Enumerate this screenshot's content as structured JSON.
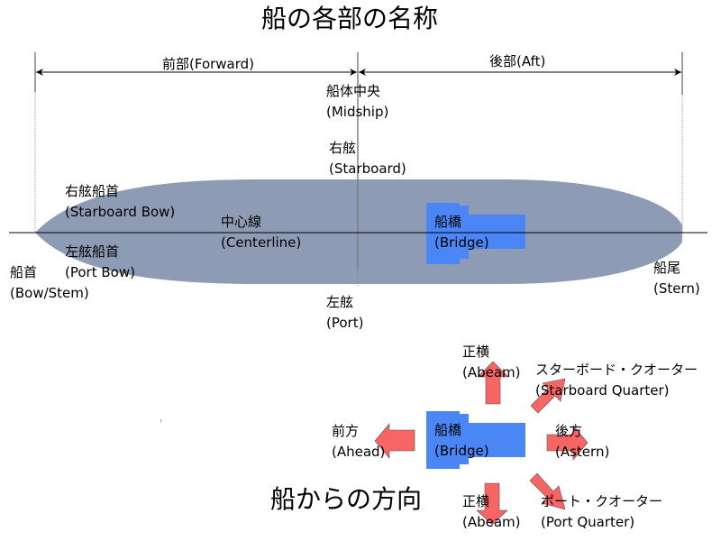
{
  "titles": {
    "main": "船の各部の名称",
    "directions": "船からの方向"
  },
  "dimensions": {
    "forward": "前部(Forward)",
    "aft": "後部(Aft)"
  },
  "ship_parts": {
    "midship": {
      "ja": "船体中央",
      "en": "(Midship)"
    },
    "starboard": {
      "ja": "右舷",
      "en": "(Starboard)"
    },
    "starboard_bow": {
      "ja": "右舷船首",
      "en": "(Starboard Bow)"
    },
    "centerline": {
      "ja": "中心線",
      "en": "(Centerline)"
    },
    "port_bow": {
      "ja": "左舷船首",
      "en": "(Port Bow)"
    },
    "bow": {
      "ja": "船首",
      "en": "(Bow/Stem)"
    },
    "bridge": {
      "ja": "船橋",
      "en": "(Bridge)"
    },
    "stern": {
      "ja": "船尾",
      "en": "(Stern)"
    },
    "port": {
      "ja": "左舷",
      "en": "(Port)"
    }
  },
  "directions": {
    "abeam_top": {
      "ja": "正横",
      "en": "(Abeam)"
    },
    "starboard_quarter": {
      "ja": "スターボード・クオーター",
      "en": "(Starboard Quarter)"
    },
    "ahead": {
      "ja": "前方",
      "en": "(Ahead)"
    },
    "bridge": {
      "ja": "船橋",
      "en": "(Bridge)"
    },
    "astern": {
      "ja": "後方",
      "en": "(Astern)"
    },
    "abeam_bottom": {
      "ja": "正横",
      "en": "(Abeam)"
    },
    "port_quarter": {
      "ja": "ポート・クオーター",
      "en": "(Port Quarter)"
    }
  },
  "colors": {
    "hull": "#8e9bb5",
    "bridge": "#4a86f5",
    "arrow": "#f76565",
    "line": "#000000",
    "guide": "#808080"
  }
}
